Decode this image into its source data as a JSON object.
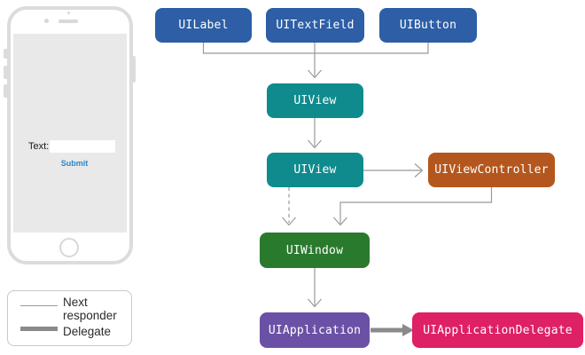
{
  "diagram": {
    "nodes": {
      "uilabel": {
        "label": "UILabel",
        "color": "#2d5ea6"
      },
      "uitextfield": {
        "label": "UITextField",
        "color": "#2d5ea6"
      },
      "uibutton": {
        "label": "UIButton",
        "color": "#2d5ea6"
      },
      "uiview_top": {
        "label": "UIView",
        "color": "#0f8b8d"
      },
      "uiview_bottom": {
        "label": "UIView",
        "color": "#0f8b8d"
      },
      "uiviewcontroller": {
        "label": "UIViewController",
        "color": "#b4571e"
      },
      "uiwindow": {
        "label": "UIWindow",
        "color": "#2a7a2e"
      },
      "uiapplication": {
        "label": "UIApplication",
        "color": "#6b51a5"
      },
      "uiapplicationdelegate": {
        "label": "UIApplicationDelegate",
        "color": "#de2065"
      }
    },
    "node_text_color": "#ffffff",
    "connector_color": "#999999",
    "delegate_arrow_color": "#8a8a8a"
  },
  "phone": {
    "field_label": "Text:",
    "field_value": "",
    "submit_label": "Submit",
    "submit_color": "#2b87c9"
  },
  "legend": {
    "next_responder_label": "Next responder",
    "delegate_label": "Delegate"
  }
}
